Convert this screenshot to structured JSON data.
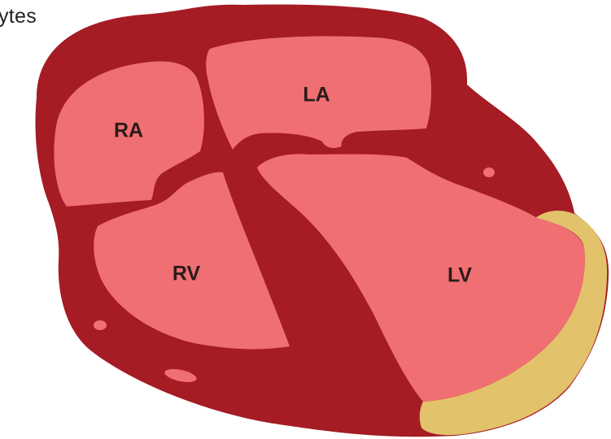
{
  "caption": {
    "text": "ytes"
  },
  "chambers": {
    "ra": "RA",
    "la": "LA",
    "rv": "RV",
    "lv": "LV"
  },
  "colors": {
    "myocardium": "#a51c24",
    "chamber": "#ef6f72",
    "highlight": "#e2c26a",
    "background": "#ffffff",
    "text": "#222222"
  }
}
